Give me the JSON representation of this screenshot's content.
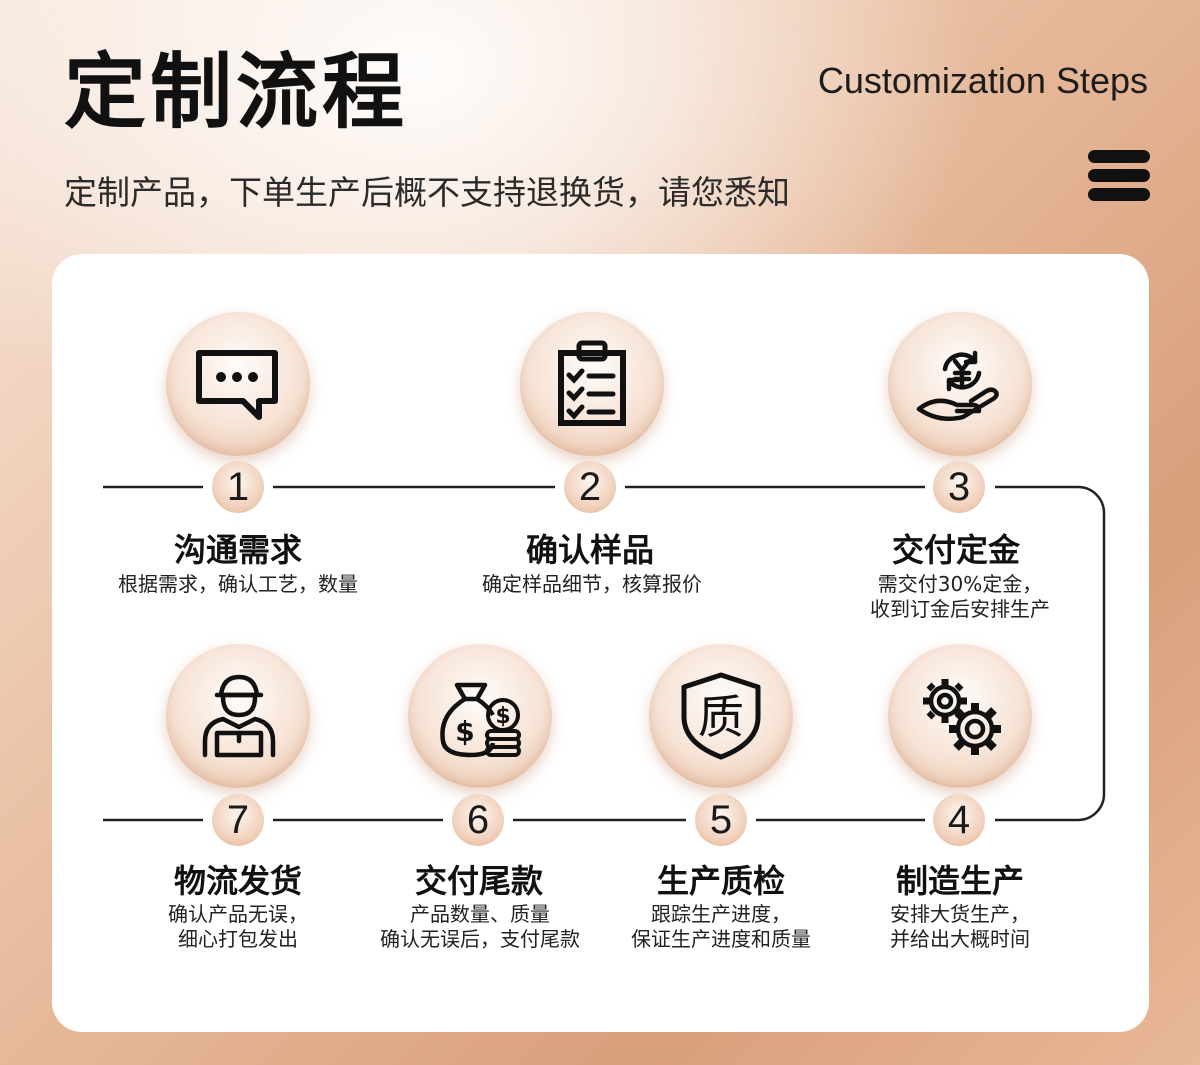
{
  "header": {
    "title": "定制流程",
    "subtitle_en": "Customization Steps",
    "notice": "定制产品，下单生产后概不支持退换货，请您悉知"
  },
  "steps": [
    {
      "number": "1",
      "title": "沟通需求",
      "desc_lines": [
        "根据需求，确认工艺，数量"
      ],
      "icon": "chat-bubble-icon"
    },
    {
      "number": "2",
      "title": "确认样品",
      "desc_lines": [
        "确定样品细节，核算报价"
      ],
      "icon": "clipboard-checklist-icon"
    },
    {
      "number": "3",
      "title": "交付定金",
      "desc_lines": [
        "需交付30%定金，",
        "收到订金后安排生产"
      ],
      "icon": "yuan-hand-icon"
    },
    {
      "number": "4",
      "title": "制造生产",
      "desc_lines": [
        "安排大货生产，",
        "并给出大概时间"
      ],
      "icon": "gears-icon"
    },
    {
      "number": "5",
      "title": "生产质检",
      "desc_lines": [
        "跟踪生产进度，",
        "保证生产进度和质量"
      ],
      "icon": "quality-shield-icon"
    },
    {
      "number": "6",
      "title": "交付尾款",
      "desc_lines": [
        "产品数量、质量",
        "确认无误后，支付尾款"
      ],
      "icon": "money-bag-icon"
    },
    {
      "number": "7",
      "title": "物流发货",
      "desc_lines": [
        "确认产品无误，",
        "细心打包发出"
      ],
      "icon": "delivery-person-icon"
    }
  ],
  "colors": {
    "accent": "#e3b597",
    "text": "#111111"
  }
}
